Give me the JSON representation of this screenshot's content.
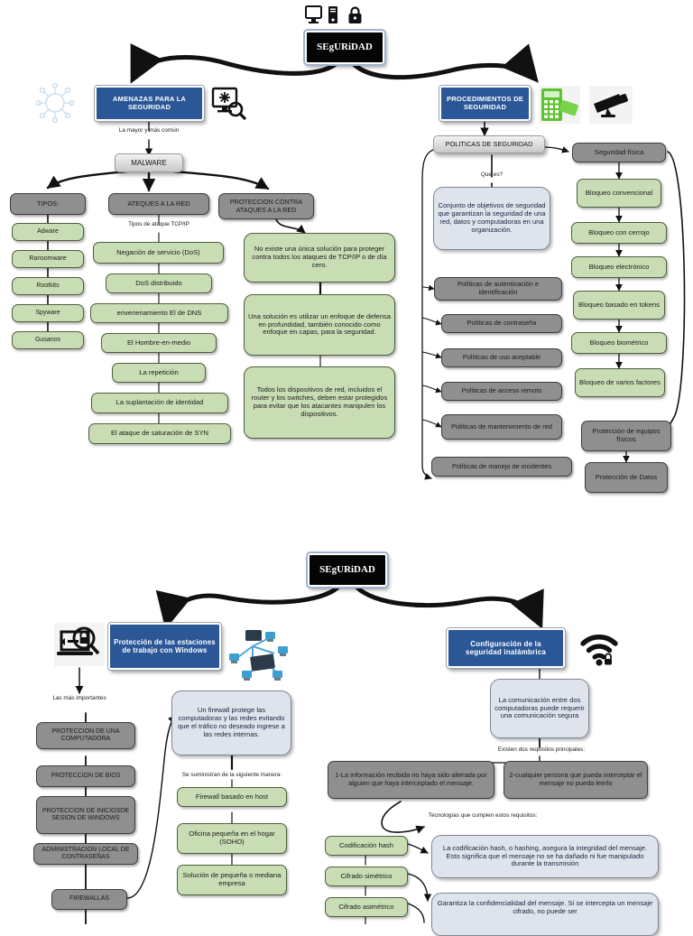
{
  "document": {
    "type": "concept-map",
    "language": "es",
    "title": "SEgURiDAD",
    "palette": {
      "blue": "#2b5797",
      "gray": "#8f8f8f",
      "green": "#c9ddb4",
      "bluegray": "#dfe4ec",
      "black": "#050505",
      "silver": "#d9d9d9"
    }
  },
  "map1": {
    "root": "SEgURiDAD",
    "branch_left": {
      "title": "AMENAZAS PARA LA SEGURIDAD",
      "edge_label": "La mayor y más común",
      "malware": "MALWARE",
      "col_types": {
        "header": "TIPOS:",
        "items": [
          "Adware",
          "Ransomware",
          "Rootkits",
          "Spyware",
          "Gusanos"
        ]
      },
      "col_attacks": {
        "header": "ATEQUES A LA RED",
        "edge_label": "Tipos de ataque TCP/IP",
        "items": [
          "Negación de servicio (DoS)",
          "DoS distribuido",
          "envenenamiento El de DNS",
          "El Hombre-en-medio",
          "La repetición",
          "La suplantación de identidad",
          "El ataque de saturación de SYN"
        ]
      },
      "col_protection": {
        "header": "PROTECCION CONTRA ATAQUES A LA RED",
        "items": [
          "No existe una única solución para proteger contra todos los ataques de TCP/IP o de día cero.",
          "Una solución es utilizar un enfoque de defensa en profundidad, también conocido como enfoque en capas, para la seguridad.",
          "Todos los dispositivos de red, incluidos el router y los switches, deben estar protegidos para evitar que los atacantes manipulen los dispositivos."
        ]
      }
    },
    "branch_right": {
      "title": "PROCEDIMIENTOS DE SEGURIDAD",
      "policies_header": "POLITICAS DE SEGURIDAD",
      "question_label": "Que es?",
      "definition": "Conjunto de objetivos de seguridad que garantizan la seguridad de una red, datos y computadoras en una organización.",
      "policies": [
        "Políticas de autenticación e identificación",
        "Políticas de contraseña",
        "Políticas de uso aceptable",
        "Políticas de acceso remoto",
        "Políticas de mantenimiento de red",
        "Políticas de manejo de incidentes"
      ],
      "physical_header": "Seguridad física",
      "locks": [
        "Bloqueo convencional",
        "Bloqueo con cerrojo",
        "Bloqueo electrónico",
        "Bloqueo basado en tokens",
        "Bloqueo biométrico",
        "Bloqueo de varios factores"
      ],
      "equipment": "Protección de equipos físicos",
      "data": "Protección de Datos"
    }
  },
  "map2": {
    "root": "SEgURiDAD",
    "branch_left": {
      "title": "Protección de las estaciones de trabajo con Windows",
      "edge_label": "Las más importantes",
      "items": [
        "PROTECCION DE UNA COMPUTADORA",
        "PROTECCION DE BIOS",
        "PROTECCION DE INICIOSDE SESION DE WINDOWS",
        "ADMINISTRACION LOCAL DE CONTRASEÑAS",
        "FIREWALLAS"
      ],
      "firewall_note": "Un firewall protege las computadoras y las redes evitando que el tráfico no deseado ingrese a las redes internas.",
      "supply_label": "Se suministran de la siguiente manera:",
      "firewall_types": [
        "Firewall basado en host",
        "Oficina pequeña en el hogar (SOHO)",
        "Solución de pequeña o mediana empresa"
      ]
    },
    "branch_right": {
      "title": "Configuración de la seguridad inalámbrica",
      "note": "La comunicación entre dos computadoras puede requerir una comunicación segura",
      "requirements_label": "Existen dos requisitos principales:",
      "requirements": [
        "1-La información recibida no haya sido alterada por alguien que haya interceptado el mensaje.",
        "2-cualquier persona que pueda interceptar el mensaje no pueda leerlo"
      ],
      "tech_label": "Tecnologías que cumplen estos requisitos:",
      "technologies": [
        "Codificación hash",
        "Cifrado simétrico",
        "Cifrado asimétrico"
      ],
      "hash_note": "La codificación hash, o hashing, asegura la integridad del mensaje.  Esto significa que el mensaje no se ha dañado ni fue manipulado durante la transmisión",
      "cipher_note": "Garantiza la confidencialidad del mensaje. Si se intercepta un mensaje cifrado, no puede ser"
    }
  },
  "icons": {
    "monitor": "monitor-icon",
    "tower": "computer-tower-icon",
    "padlock": "padlock-icon",
    "virus": "virus-icon",
    "scan_monitor": "monitor-scan-icon",
    "keypad": "keypad-access-icon",
    "camera": "security-camera-icon",
    "laptop_lock": "laptop-lock-icon",
    "network": "network-diagram-icon",
    "wifi": "wifi-lock-icon"
  }
}
